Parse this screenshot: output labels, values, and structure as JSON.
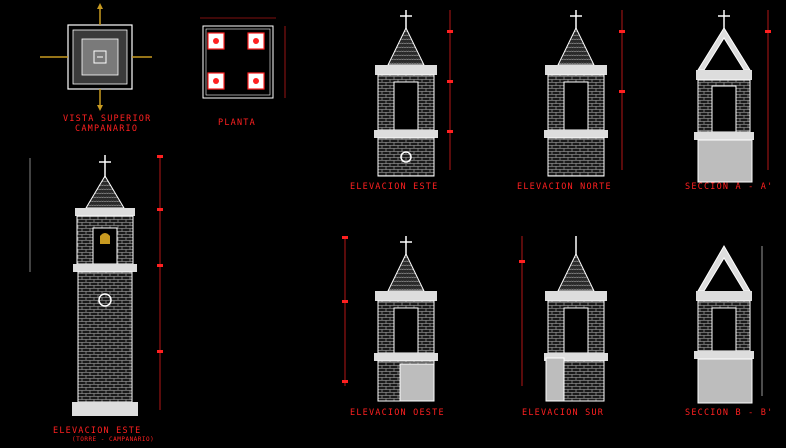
{
  "labels": {
    "vista_superior": "VISTA SUPERIOR",
    "campanario": "CAMPANARIO",
    "planta": "PLANTA",
    "elev_este_main": "ELEVACION ESTE",
    "torre_campanario": "(TORRE - CAMPANARIO)",
    "elev_este": "ELEVACION ESTE",
    "elev_norte": "ELEVACION NORTE",
    "seccion_a": "SECCION A - A'",
    "elev_oeste": "ELEVACION OESTE",
    "elev_sur": "ELEVACION SUR",
    "seccion_b": "SECCION B - B'"
  },
  "colors": {
    "background": "#000000",
    "label_red": "#ff2020",
    "dim_red": "#e00000",
    "line_white": "#ffffff",
    "stone_gray": "#8a8a8a",
    "hatch_gray": "#bdbdbd"
  }
}
